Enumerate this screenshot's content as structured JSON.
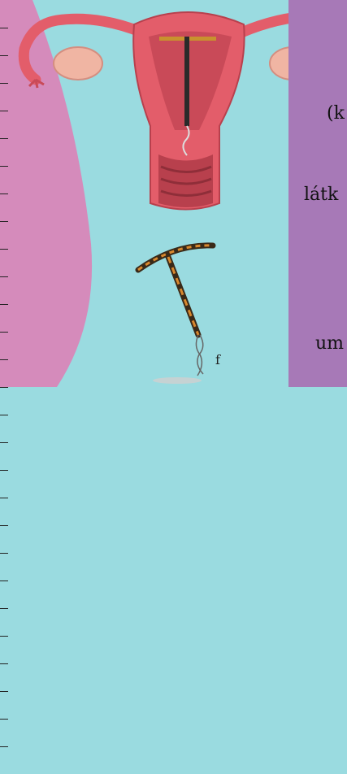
{
  "labels": {
    "iud_thread": "f"
  },
  "right_panel_fragments": [
    "(k",
    "látk",
    "um"
  ],
  "icons": {
    "uterus": "uterus-illustration-icon",
    "iud": "iud-device-icon"
  },
  "colors": {
    "background": "#9adbe0",
    "left_panel": "#d58bbb",
    "right_panel": "#a779b7",
    "uterus": "#e35d6a"
  }
}
